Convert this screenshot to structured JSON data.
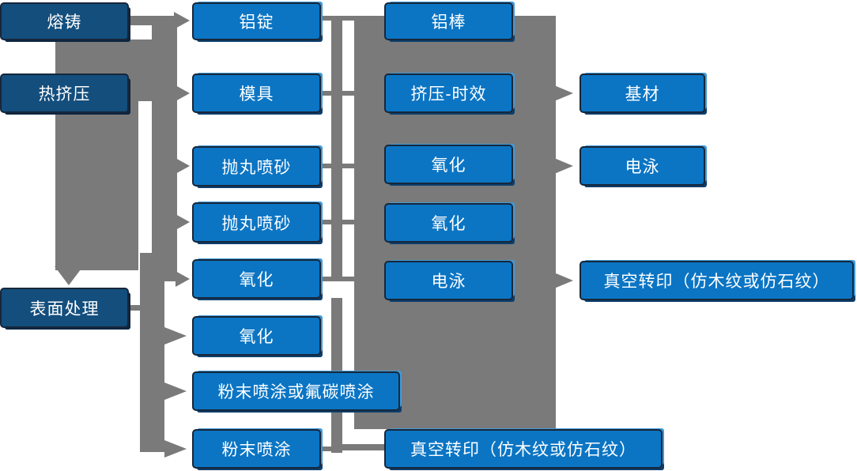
{
  "diagram": {
    "type": "flowchart",
    "background": "#ffffff",
    "colors": {
      "stage_box": "#134e7d",
      "process_box": "#0b75c4",
      "box_border": "#17273a",
      "box_text": "#ffffff",
      "connector": "#7a7a7a",
      "highlight_top": "#409ad8",
      "shadow_bottom": "#0b3e6c"
    },
    "nodes": {
      "melt_cast": {
        "label": "熔铸"
      },
      "hot_extrusion": {
        "label": "热挤压"
      },
      "surface_treatment": {
        "label": "表面处理"
      },
      "al_ingot": {
        "label": "铝锭"
      },
      "mold": {
        "label": "模具"
      },
      "shot_blast_1": {
        "label": "抛丸喷砂"
      },
      "shot_blast_2": {
        "label": "抛丸喷砂"
      },
      "oxidation_c2a": {
        "label": "氧化"
      },
      "oxidation_c2b": {
        "label": "氧化"
      },
      "powder_or_fluorocarbon": {
        "label": "粉末喷涂或氟碳喷涂"
      },
      "powder_coating": {
        "label": "粉末喷涂"
      },
      "al_rod": {
        "label": "铝棒"
      },
      "extrusion_aging": {
        "label": "挤压-时效"
      },
      "oxidation_c3a": {
        "label": "氧化"
      },
      "oxidation_c3b": {
        "label": "氧化"
      },
      "electrophoresis_c3": {
        "label": "电泳"
      },
      "vacuum_transfer_c3": {
        "label": "真空转印（仿木纹或仿石纹）"
      },
      "base_material": {
        "label": "基材"
      },
      "electrophoresis_c4": {
        "label": "电泳"
      },
      "vacuum_transfer_c4": {
        "label": "真空转印（仿木纹或仿石纹）"
      }
    },
    "edges": [
      {
        "from": "melt_cast",
        "to": "hot_extrusion"
      },
      {
        "from": "hot_extrusion",
        "to": "surface_treatment"
      },
      {
        "from": "melt_cast",
        "to": "al_ingot"
      },
      {
        "from": "hot_extrusion",
        "to": "mold"
      },
      {
        "from": "hot_extrusion",
        "to": "shot_blast_1"
      },
      {
        "from": "hot_extrusion",
        "to": "shot_blast_2"
      },
      {
        "from": "surface_treatment",
        "to": "oxidation_c2a"
      },
      {
        "from": "surface_treatment",
        "to": "oxidation_c2b"
      },
      {
        "from": "surface_treatment",
        "to": "powder_or_fluorocarbon"
      },
      {
        "from": "surface_treatment",
        "to": "powder_coating"
      },
      {
        "from": "al_ingot",
        "to": "al_rod"
      },
      {
        "from": "mold",
        "to": "extrusion_aging"
      },
      {
        "from": "shot_blast_1",
        "to": "oxidation_c3a"
      },
      {
        "from": "shot_blast_2",
        "to": "oxidation_c3b"
      },
      {
        "from": "oxidation_c2a",
        "to": "electrophoresis_c3"
      },
      {
        "from": "powder_coating",
        "to": "vacuum_transfer_c3"
      },
      {
        "from": "extrusion_aging",
        "to": "base_material"
      },
      {
        "from": "oxidation_c3a",
        "to": "electrophoresis_c4"
      },
      {
        "from": "electrophoresis_c3",
        "to": "vacuum_transfer_c4"
      }
    ]
  }
}
